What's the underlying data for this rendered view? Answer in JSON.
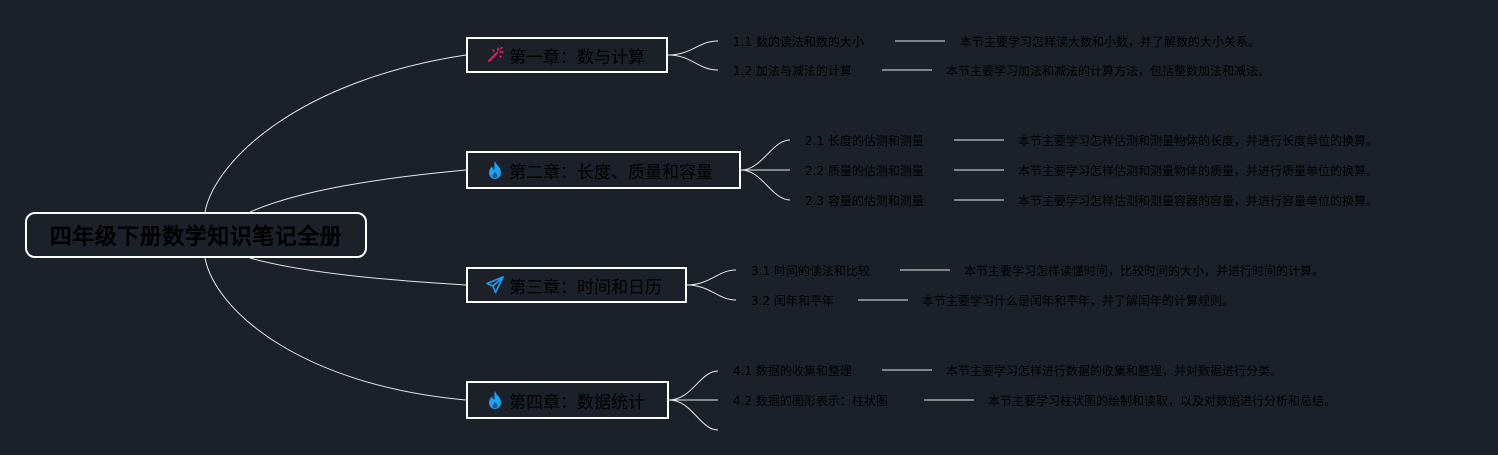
{
  "root": {
    "title": "四年级下册数学知识笔记全册"
  },
  "chapters": [
    {
      "title": "第一章：数与计算",
      "icon": "magic-wand-icon",
      "icon_color": "#e0245e",
      "sections": [
        {
          "label": "1.1 数的读法和数的大小",
          "desc": "本节主要学习怎样读大数和小数，并了解数的大小关系。"
        },
        {
          "label": "1.2 加法与减法的计算",
          "desc": "本节主要学习加法和减法的计算方法，包括整数加法和减法。"
        }
      ]
    },
    {
      "title": "第二章：长度、质量和容量",
      "icon": "flame-icon",
      "icon_color": "#1da1f2",
      "sections": [
        {
          "label": "2.1 长度的估测和测量",
          "desc": "本节主要学习怎样估测和测量物体的长度，并进行长度单位的换算。"
        },
        {
          "label": "2.2 质量的估测和测量",
          "desc": "本节主要学习怎样估测和测量物体的质量，并进行质量单位的换算。"
        },
        {
          "label": "2.3 容量的估测和测量",
          "desc": "本节主要学习怎样估测和测量容器的容量，并进行容量单位的换算。"
        }
      ]
    },
    {
      "title": "第三章：时间和日历",
      "icon": "paper-plane-icon",
      "icon_color": "#1da1f2",
      "sections": [
        {
          "label": "3.1 时间的读法和比较",
          "desc": "本节主要学习怎样读懂时间，比较时间的大小，并进行时间的计算。"
        },
        {
          "label": "3.2 闰年和平年",
          "desc": "本节主要学习什么是闰年和平年，并了解闰年的计算规则。"
        }
      ]
    },
    {
      "title": "第四章：数据统计",
      "icon": "flame-icon",
      "icon_color": "#1da1f2",
      "sections": [
        {
          "label": "4.1 数据的收集和整理",
          "desc": "本节主要学习怎样进行数据的收集和整理，并对数据进行分类。"
        },
        {
          "label": "4.2 数据的图形表示：柱状图",
          "desc": "本节主要学习柱状图的绘制和读取，以及对数据进行分析和总结。"
        }
      ]
    }
  ]
}
